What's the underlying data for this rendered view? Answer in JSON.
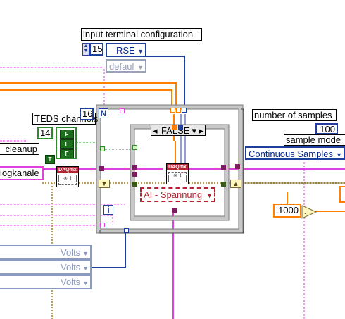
{
  "labels": {
    "input_terminal_configuration": "input terminal configuration",
    "teds_channels": "TEDS channels",
    "cleanup": "cleanup",
    "analog_channels": "logkanäle",
    "number_of_samples": "number of samples",
    "sample_mode": "sample mode"
  },
  "controls": {
    "terminal_config_index": "15",
    "terminal_config_value": "RSE",
    "terminal_config_secondary": "defaul",
    "teds_index": "14",
    "loop_count": "16",
    "loop_count_glyph": "N",
    "loop_iteration_glyph": "i",
    "case_selector": "FALSE",
    "ai_polymorphic": "AI - Spannung",
    "number_of_samples_value": "100",
    "sample_mode_value": "Continuous Samples",
    "rate_constant": "1000",
    "bool_glyph": "F",
    "bool_glyph_t": "T",
    "daqmx_label": "DAQmx",
    "units": [
      "Volts",
      "Volts",
      "Volts"
    ]
  },
  "icons": [
    "up-down-spinner-icon",
    "dropdown-arrow-icon",
    "daqmx-create-channel-icon",
    "daqmx-timing-icon",
    "multiply-icon",
    "shift-register-icon"
  ],
  "colors": {
    "enum_wire": "#1f3f9f",
    "error_wire": "#d7c17e",
    "numeric_wire": "#ff7f00",
    "task_wire": "#2d8a2d",
    "string_wire": "#e040e0",
    "structure_frame": "#d0d0d0",
    "daqmx_header": "#b32535"
  }
}
